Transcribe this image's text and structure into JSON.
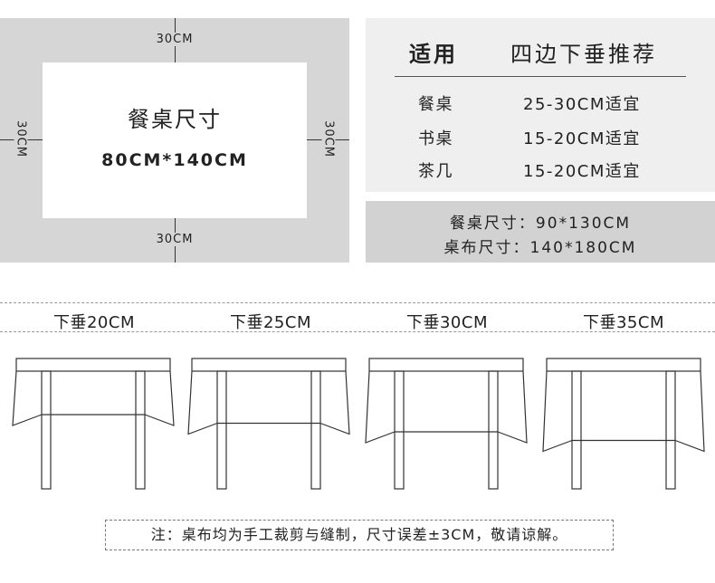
{
  "diagram": {
    "margin_top": "30CM",
    "margin_bottom": "30CM",
    "margin_left": "30CM",
    "margin_right": "30CM",
    "table_label": "餐桌尺寸",
    "table_size": "80CM*140CM"
  },
  "recommend": {
    "header_left": "适用",
    "header_right": "四边下垂推荐",
    "rows": [
      {
        "item": "餐桌",
        "value": "25-30CM适宜"
      },
      {
        "item": "书桌",
        "value": "15-20CM适宜"
      },
      {
        "item": "茶几",
        "value": "15-20CM适宜"
      }
    ]
  },
  "sizes": {
    "table_line": "餐桌尺寸：90*130CM",
    "cloth_line": "桌布尺寸：140*180CM"
  },
  "drops": [
    {
      "label": "下垂20CM",
      "drop_cm": 20
    },
    {
      "label": "下垂25CM",
      "drop_cm": 25
    },
    {
      "label": "下垂30CM",
      "drop_cm": 30
    },
    {
      "label": "下垂35CM",
      "drop_cm": 35
    }
  ],
  "footer": "注：桌布均为手工裁剪与缝制，尺寸误差±3CM，敬请谅解。"
}
